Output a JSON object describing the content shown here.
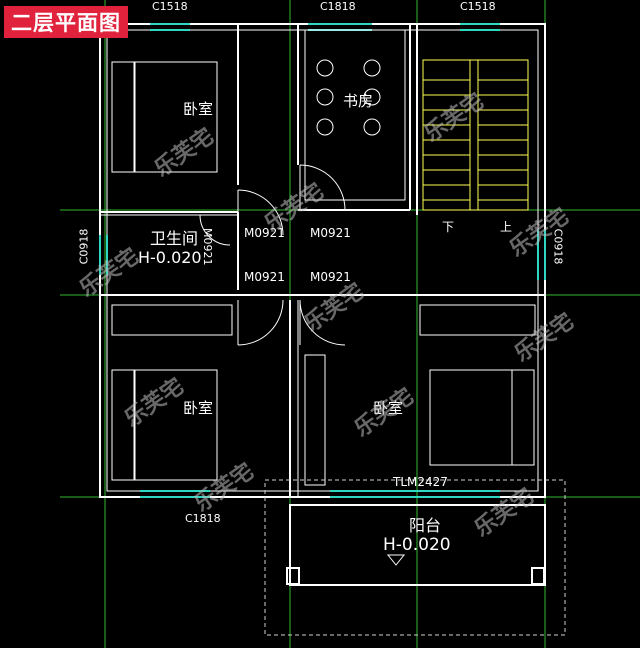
{
  "title": "二层平面图",
  "rooms": {
    "bedroom_tl": "卧室",
    "study": "书房",
    "bathroom": "卫生间",
    "bathroom_level": "H-0.020",
    "bedroom_bl": "卧室",
    "bedroom_br": "卧室",
    "balcony": "阳台",
    "balcony_level": "H-0.020"
  },
  "labels": {
    "window_top_left": "C1518",
    "window_top_mid": "C1818",
    "window_top_right": "C1518",
    "window_left": "C0918",
    "window_right": "C0918",
    "window_bottom": "C1818",
    "door_1": "M0921",
    "door_2": "M0921",
    "door_3": "M0921",
    "door_4": "M0921",
    "door_5": "M0921",
    "balcony_door": "TLM2427",
    "stair_down": "下",
    "stair_up": "上"
  },
  "watermark": "乐芙宅",
  "colors": {
    "background": "#000000",
    "wall": "#ffffff",
    "grid": "#2fb82f",
    "window": "#2fd6c2",
    "door": "#ffffff",
    "stair": "#ffff55",
    "balcony_dash": "#cfcfcf",
    "badge": "#e0223c"
  }
}
